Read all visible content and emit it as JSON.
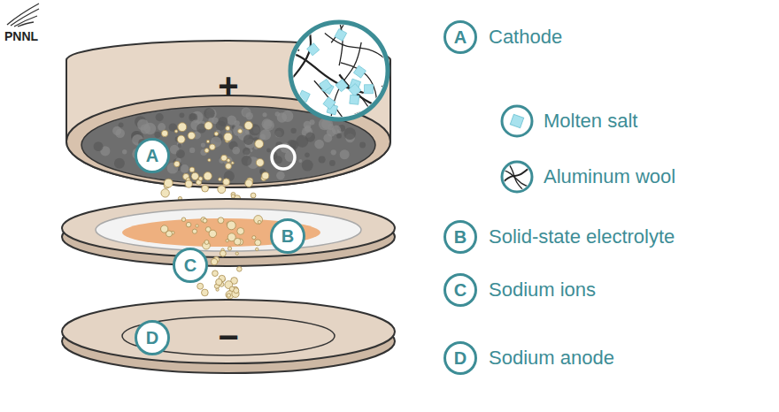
{
  "diagram": {
    "nodes": [
      {
        "text": [
          "A"
        ]
      },
      {
        "text": [
          "B"
        ]
      },
      {
        "text": [
          "C"
        ]
      },
      {
        "text": [
          "D"
        ]
      },
      {
        "text": [
          "A",
          "Cathode"
        ]
      },
      {
        "text": [
          "B",
          "Solid-state electrolyte"
        ]
      },
      {
        "text": [
          "C",
          "Sodium ions"
        ]
      },
      {
        "text": [
          "D",
          "Sodium anode"
        ]
      }
    ],
    "labels": [
      "PNNL",
      "+",
      "−"
    ],
    "legend": [
      {
        "text": "Molten salt"
      },
      {
        "text": "Aluminum wool"
      }
    ]
  }
}
